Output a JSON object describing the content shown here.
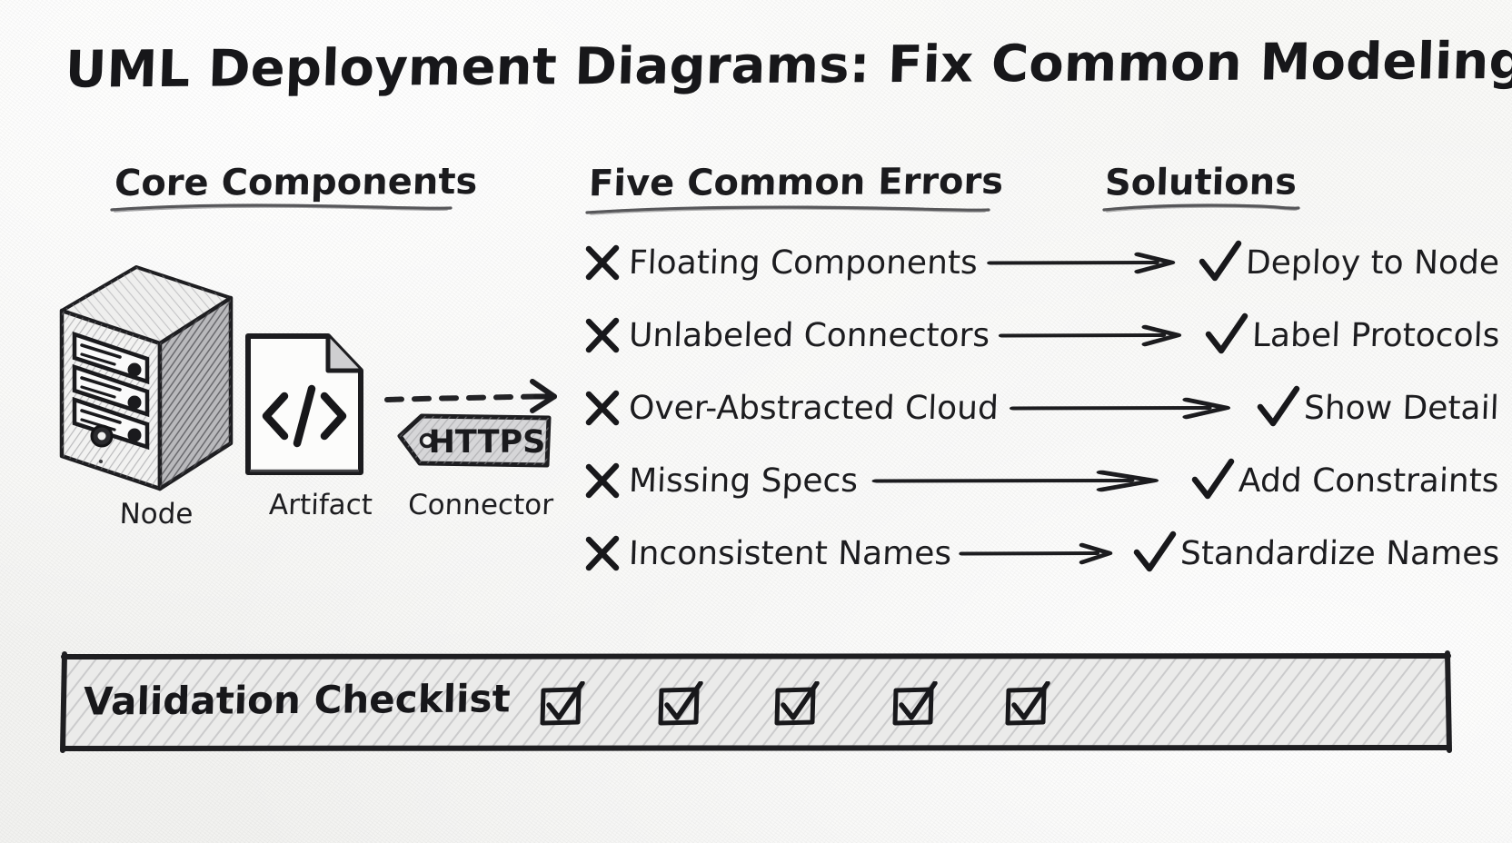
{
  "page": {
    "title": "UML Deployment Diagrams: Fix Common Modeling Errors",
    "background_color": "#f7f7f5",
    "ink_color": "#1c1c1f",
    "style": "hand-drawn pencil sketch"
  },
  "columns": {
    "core": {
      "heading": "Core Components"
    },
    "errors": {
      "heading": "Five Common Errors"
    },
    "solutions": {
      "heading": "Solutions"
    }
  },
  "core_components": [
    {
      "label": "Node",
      "icon": "server-tower-icon"
    },
    {
      "label": "Artifact",
      "icon": "code-document-icon"
    },
    {
      "label": "Connector",
      "icon": "dashed-arrow-https-tag-icon",
      "tag_text": "HTTPS"
    }
  ],
  "error_solution_rows": [
    {
      "error": "Floating Components",
      "solution": "Deploy to Node",
      "error_icon": "x-icon",
      "solution_icon": "check-icon",
      "arrow_icon": "arrow-right-icon"
    },
    {
      "error": "Unlabeled Connectors",
      "solution": "Label Protocols",
      "error_icon": "x-icon",
      "solution_icon": "check-icon",
      "arrow_icon": "arrow-right-icon"
    },
    {
      "error": "Over-Abstracted Cloud",
      "solution": "Show Detail",
      "error_icon": "x-icon",
      "solution_icon": "check-icon",
      "arrow_icon": "arrow-right-icon"
    },
    {
      "error": "Missing Specs",
      "solution": "Add Constraints",
      "error_icon": "x-icon",
      "solution_icon": "check-icon",
      "arrow_icon": "arrow-right-icon"
    },
    {
      "error": "Inconsistent Names",
      "solution": "Standardize Names",
      "error_icon": "x-icon",
      "solution_icon": "check-icon",
      "arrow_icon": "arrow-right-icon"
    }
  ],
  "checklist": {
    "label": "Validation Checklist",
    "items_checked": [
      true,
      true,
      true,
      true,
      true
    ],
    "count": 5
  }
}
